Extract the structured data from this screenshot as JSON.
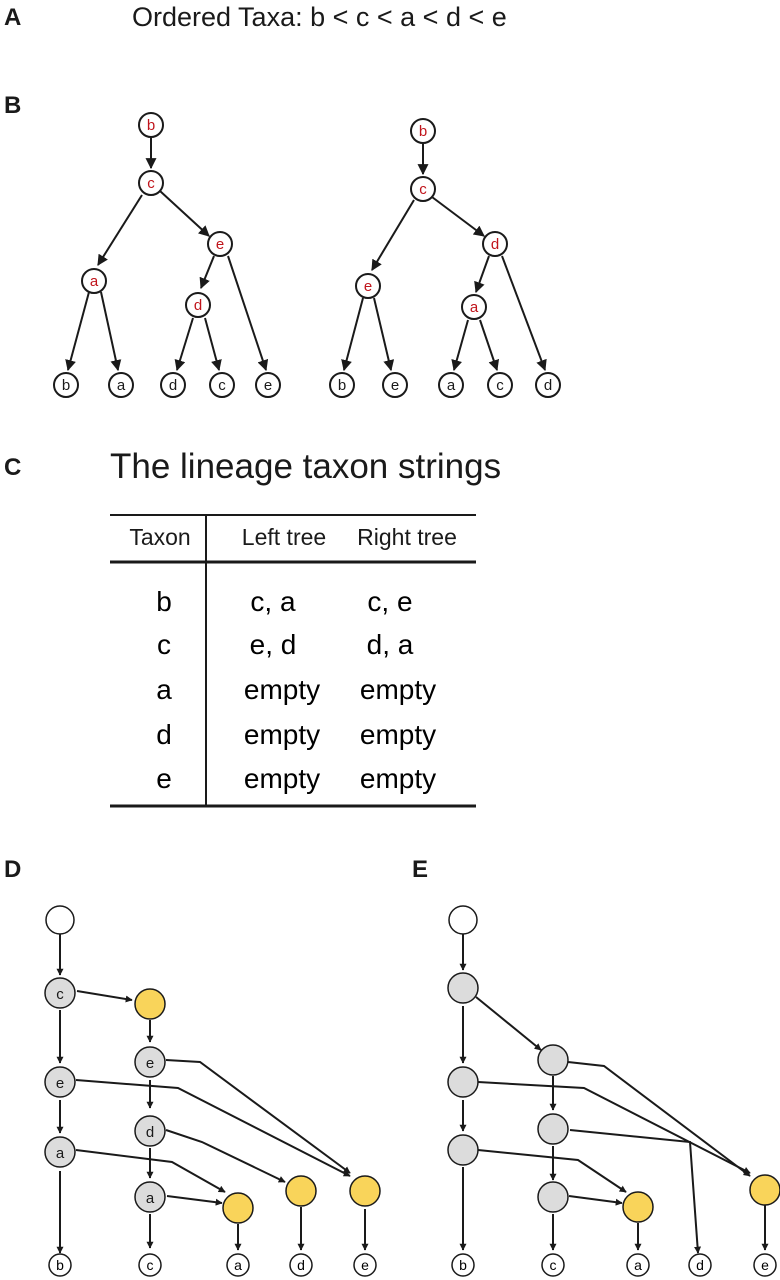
{
  "panels": {
    "A": {
      "label": "A",
      "ordered_taxa": "Ordered Taxa: b < c < a < d < e"
    },
    "B": {
      "label": "B",
      "left_tree": {
        "internal_nodes": [
          "b",
          "c",
          "a",
          "e",
          "d"
        ],
        "leaves": [
          "b",
          "a",
          "d",
          "c",
          "e"
        ]
      },
      "right_tree": {
        "internal_nodes": [
          "b",
          "c",
          "e",
          "d",
          "a"
        ],
        "leaves": [
          "b",
          "e",
          "a",
          "c",
          "d"
        ]
      }
    },
    "C": {
      "label": "C",
      "title": "The lineage taxon strings",
      "headers": [
        "Taxon",
        "Left tree",
        "Right tree"
      ],
      "rows": [
        [
          "b",
          "c, a",
          "c, e"
        ],
        [
          "c",
          "e, d",
          "d, a"
        ],
        [
          "a",
          "empty",
          "empty"
        ],
        [
          "d",
          "empty",
          "empty"
        ],
        [
          "e",
          "empty",
          "empty"
        ]
      ]
    },
    "D": {
      "label": "D",
      "node_labels": [
        "c",
        "e",
        "a",
        "e",
        "d",
        "a"
      ],
      "leaves": [
        "b",
        "c",
        "a",
        "d",
        "e"
      ]
    },
    "E": {
      "label": "E",
      "leaves": [
        "b",
        "c",
        "a",
        "d",
        "e"
      ]
    }
  },
  "colors": {
    "red_label": "#c0141b",
    "gray_node": "#dcdcdc",
    "yellow_node": "#f9d45a",
    "stroke": "#1a1a1a"
  }
}
